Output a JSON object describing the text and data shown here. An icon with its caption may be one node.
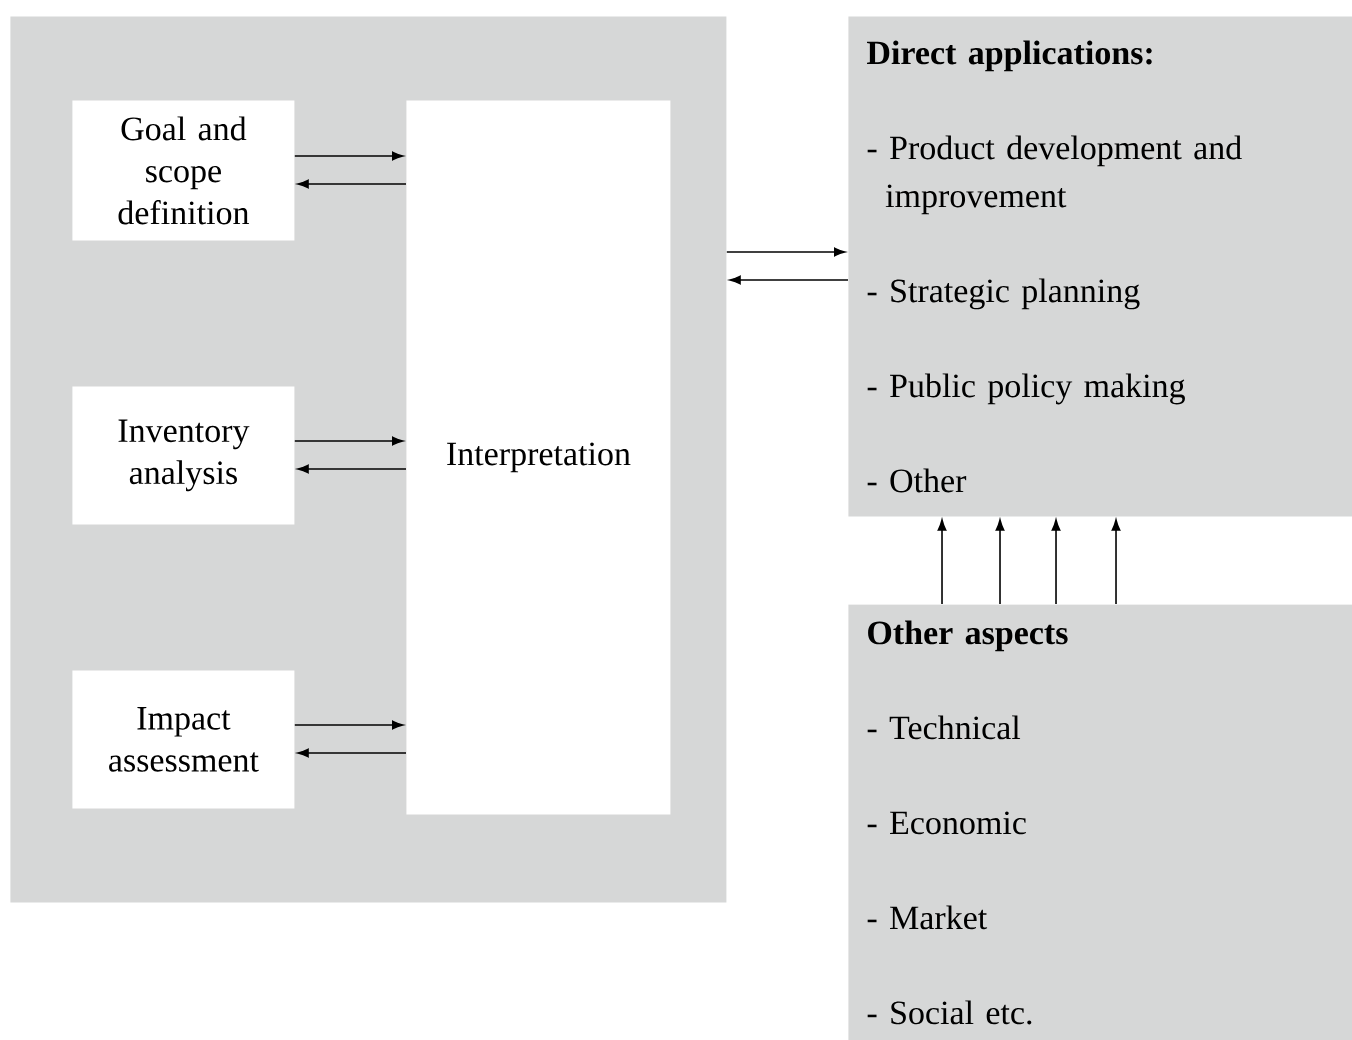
{
  "diagram": {
    "nodes": [
      {
        "text": [],
        "shape": "box"
      },
      {
        "text": [
          "Goal and scope definition"
        ],
        "in": 0
      },
      {
        "text": [
          "Inventory analysis"
        ],
        "in": 0
      },
      {
        "text": [
          "Impact assessment"
        ],
        "in": 0
      },
      {
        "text": [
          "Interpretation"
        ],
        "in": 0
      },
      {
        "text": [
          "Direct applications:",
          "- Product development and improvement",
          "- Strategic planning",
          "- Public policy making",
          "- Other"
        ]
      },
      {
        "text": [
          "Other aspects",
          "- Technical",
          "- Economic",
          "- Market",
          "- Social etc."
        ]
      }
    ],
    "edges": [
      {
        "from": 1,
        "to": 4,
        "arrow": "to"
      },
      {
        "from": 4,
        "to": 1,
        "arrow": "to"
      },
      {
        "from": 2,
        "to": 4,
        "arrow": "to"
      },
      {
        "from": 4,
        "to": 2,
        "arrow": "to"
      },
      {
        "from": 3,
        "to": 4,
        "arrow": "to"
      },
      {
        "from": 4,
        "to": 3,
        "arrow": "to"
      },
      {
        "from": 0,
        "to": 5,
        "arrow": "to"
      },
      {
        "from": 5,
        "to": 0,
        "arrow": "to"
      },
      {
        "from": 6,
        "to": 5,
        "arrow": "to"
      },
      {
        "from": 6,
        "to": 5,
        "arrow": "to"
      },
      {
        "from": 6,
        "to": 5,
        "arrow": "to"
      },
      {
        "from": 6,
        "to": 5,
        "arrow": "to"
      }
    ]
  }
}
